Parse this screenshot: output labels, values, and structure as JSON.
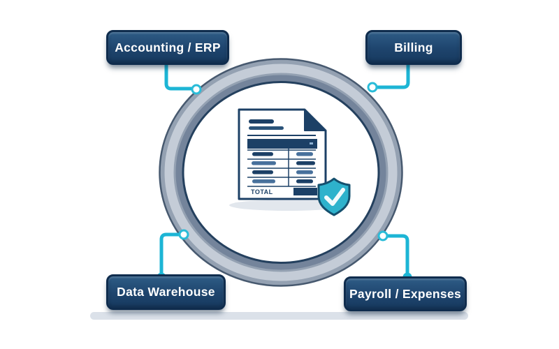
{
  "diagram": {
    "type": "hub-and-spoke",
    "description": "Four data-source nodes connected to a central sync ring containing an invoice document with a verified shield check",
    "nodes": [
      {
        "id": "accounting-erp",
        "label": "Accounting / ERP",
        "position": "top-left"
      },
      {
        "id": "billing",
        "label": "Billing",
        "position": "top-right"
      },
      {
        "id": "data-warehouse",
        "label": "Data Warehouse",
        "position": "bottom-left"
      },
      {
        "id": "payroll-expenses",
        "label": "Payroll / Expenses",
        "position": "bottom-right"
      }
    ],
    "center": {
      "illustration": "invoice-document",
      "invoice": {
        "total_label": "TOTAL"
      },
      "badge": "shield-check"
    },
    "colors": {
      "node_fill_top": "#2e5c86",
      "node_fill_bottom": "#173a5f",
      "node_border": "#0f2c4d",
      "node_text": "#ffffff",
      "connector_teal": "#1db5d5",
      "ring_base": "#94a1b2",
      "ring_highlight": "#c9d0da",
      "ring_inner_shade": "#6b7d95",
      "ring_edge_dark": "#24405e",
      "document_ink": "#1c4066",
      "shield_fill": "#2eb2cc",
      "ground_shadow": "#dbe1e9"
    }
  }
}
